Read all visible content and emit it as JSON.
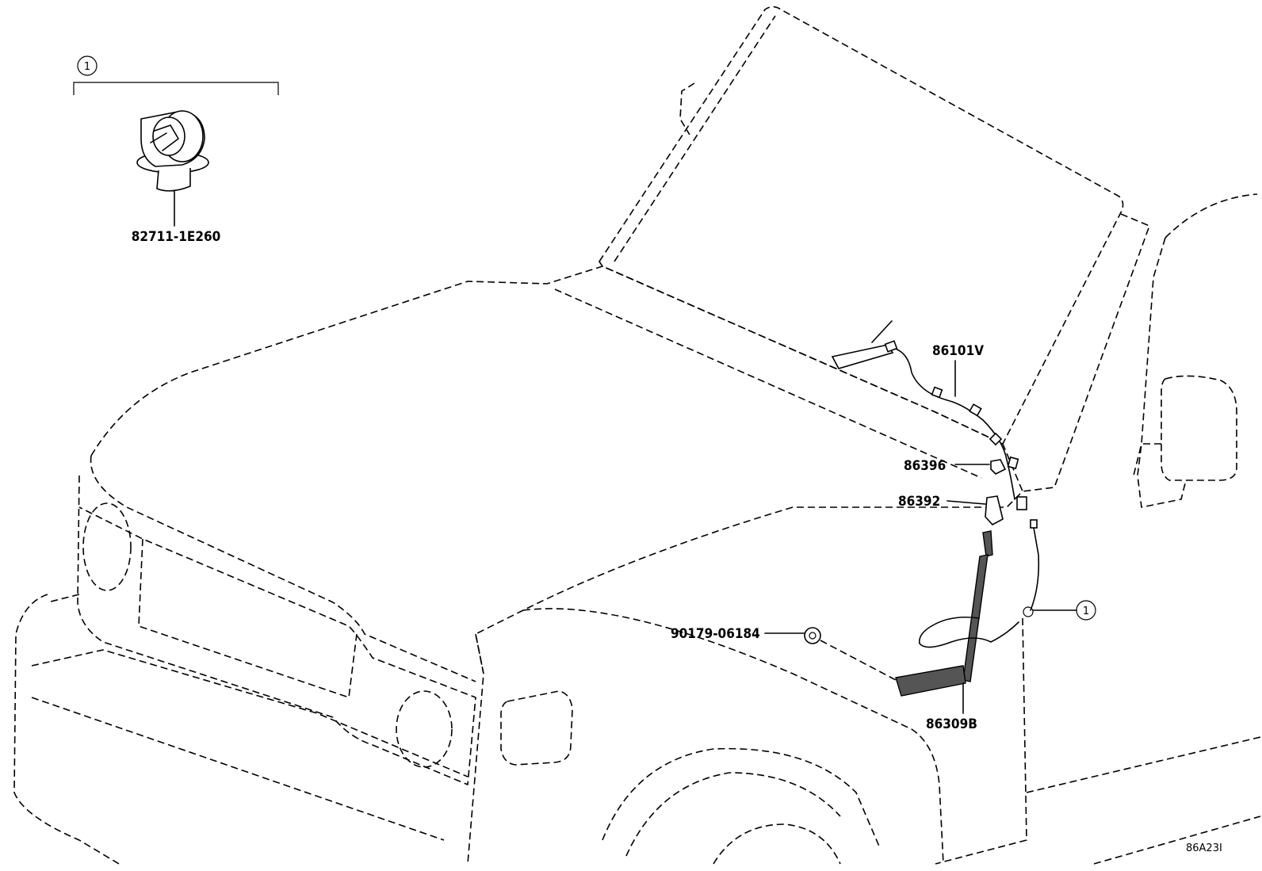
{
  "parts": {
    "clip": {
      "number": "82711-1E260"
    },
    "antenna_cable": {
      "number": "86101V"
    },
    "grommet_small": {
      "number": "86396"
    },
    "antenna_cover": {
      "number": "86392"
    },
    "screw": {
      "number": "90179-06184"
    },
    "antenna_pole": {
      "number": "86309B"
    }
  },
  "callouts": {
    "group_marker": "1",
    "location_marker": "1"
  },
  "diagram_ref": "86A23I"
}
